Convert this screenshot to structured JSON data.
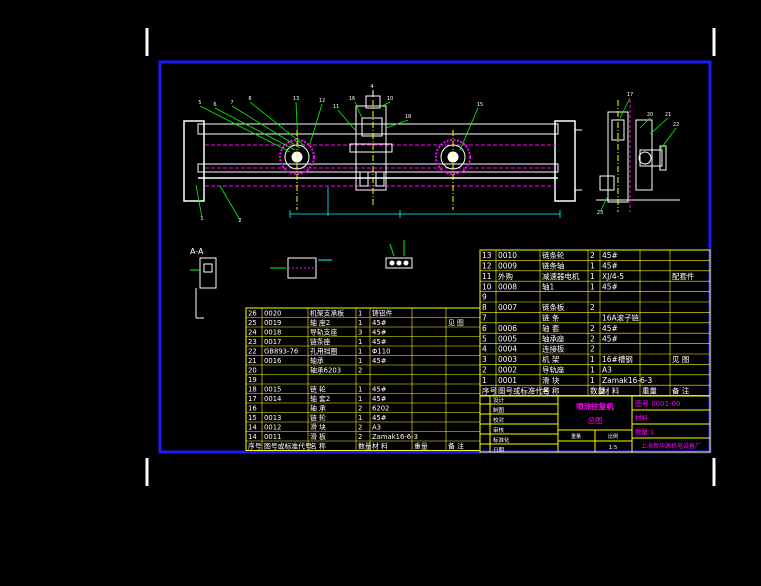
{
  "title_block": {
    "project_name": "喷涂往复机",
    "drawing_type": "总图",
    "drawing_no": "图号 0001-00",
    "material": "材料",
    "quantity": "数量 1",
    "company": "上海新华源机电设备厂",
    "scale_label": "比例",
    "weight_label": "重量",
    "scale_value": "1:5",
    "roles": [
      "设计",
      "制图",
      "校对",
      "审核",
      "标准化",
      "日期"
    ]
  },
  "section_label": "A-A",
  "parts_right": {
    "header": [
      "序号",
      "图号或标准代号",
      "名 称",
      "数量",
      "材 料",
      "重量",
      "备 注"
    ],
    "rows": [
      [
        "13",
        "0010",
        "链条轮",
        "2",
        "45#",
        "",
        ""
      ],
      [
        "12",
        "0009",
        "链条轴",
        "1",
        "45#",
        "",
        ""
      ],
      [
        "11",
        "外购",
        "减速器电机",
        "1",
        "XJ/4-5",
        "",
        "配套件"
      ],
      [
        "10",
        "0008",
        "轴1",
        "1",
        "45#",
        "",
        ""
      ],
      [
        "9",
        "",
        "",
        "",
        "",
        "",
        ""
      ],
      [
        "8",
        "0007",
        "链条板",
        "2",
        "",
        "",
        ""
      ],
      [
        "7",
        "",
        "链 条",
        "",
        "16A滚子链",
        "",
        ""
      ],
      [
        "6",
        "0006",
        "轴 套",
        "2",
        "45#",
        "",
        ""
      ],
      [
        "5",
        "0005",
        "轴承座",
        "2",
        "45#",
        "",
        ""
      ],
      [
        "4",
        "0004",
        "连接板",
        "2",
        "",
        "",
        ""
      ],
      [
        "3",
        "0003",
        "机 架",
        "1",
        "16#槽钢",
        "",
        "见 图"
      ],
      [
        "2",
        "0002",
        "导轨座",
        "1",
        "A3",
        "",
        ""
      ],
      [
        "1",
        "0001",
        "滑 块",
        "1",
        "Zamak16-6-3",
        "",
        ""
      ]
    ]
  },
  "parts_left": {
    "header": [
      "序号",
      "图号或标准代号",
      "名 称",
      "数量",
      "材 料",
      "重量",
      "备 注"
    ],
    "rows": [
      [
        "26",
        "0020",
        "机架支承板",
        "1",
        "铸铝件",
        "",
        ""
      ],
      [
        "25",
        "0019",
        "轴 座2",
        "1",
        "45#",
        "",
        "见 图"
      ],
      [
        "24",
        "0018",
        "导轨支座",
        "3",
        "45#",
        "",
        ""
      ],
      [
        "23",
        "0017",
        "链条座",
        "1",
        "45#",
        "",
        ""
      ],
      [
        "22",
        "GB893-76",
        "孔用挡圈",
        "1",
        "Φ110",
        "",
        ""
      ],
      [
        "21",
        "0016",
        "轴承",
        "1",
        "45#",
        "",
        ""
      ],
      [
        "20",
        "",
        "轴承6203",
        "2",
        "",
        "",
        ""
      ],
      [
        "19",
        "",
        "",
        "",
        "",
        "",
        ""
      ],
      [
        "18",
        "0015",
        "链 轮",
        "1",
        "45#",
        "",
        ""
      ],
      [
        "17",
        "0014",
        "轴 套2",
        "1",
        "45#",
        "",
        ""
      ],
      [
        "16",
        "",
        "轴 承",
        "2",
        "6202",
        "",
        ""
      ],
      [
        "15",
        "0013",
        "链 轮",
        "1",
        "45#",
        "",
        ""
      ],
      [
        "14",
        "0012",
        "滑 块",
        "2",
        "A3",
        "",
        ""
      ],
      [
        "14",
        "0011",
        "滑 板",
        "2",
        "Zamak16-6-3",
        "",
        ""
      ]
    ]
  },
  "colors": {
    "background": "#000000",
    "frame": "#1a1aff",
    "line": "#ffffff",
    "table": "#ffff00",
    "dim": "#00ffff",
    "leader": "#00ff00",
    "pink": "#ff00ff",
    "red": "#ff3333"
  }
}
